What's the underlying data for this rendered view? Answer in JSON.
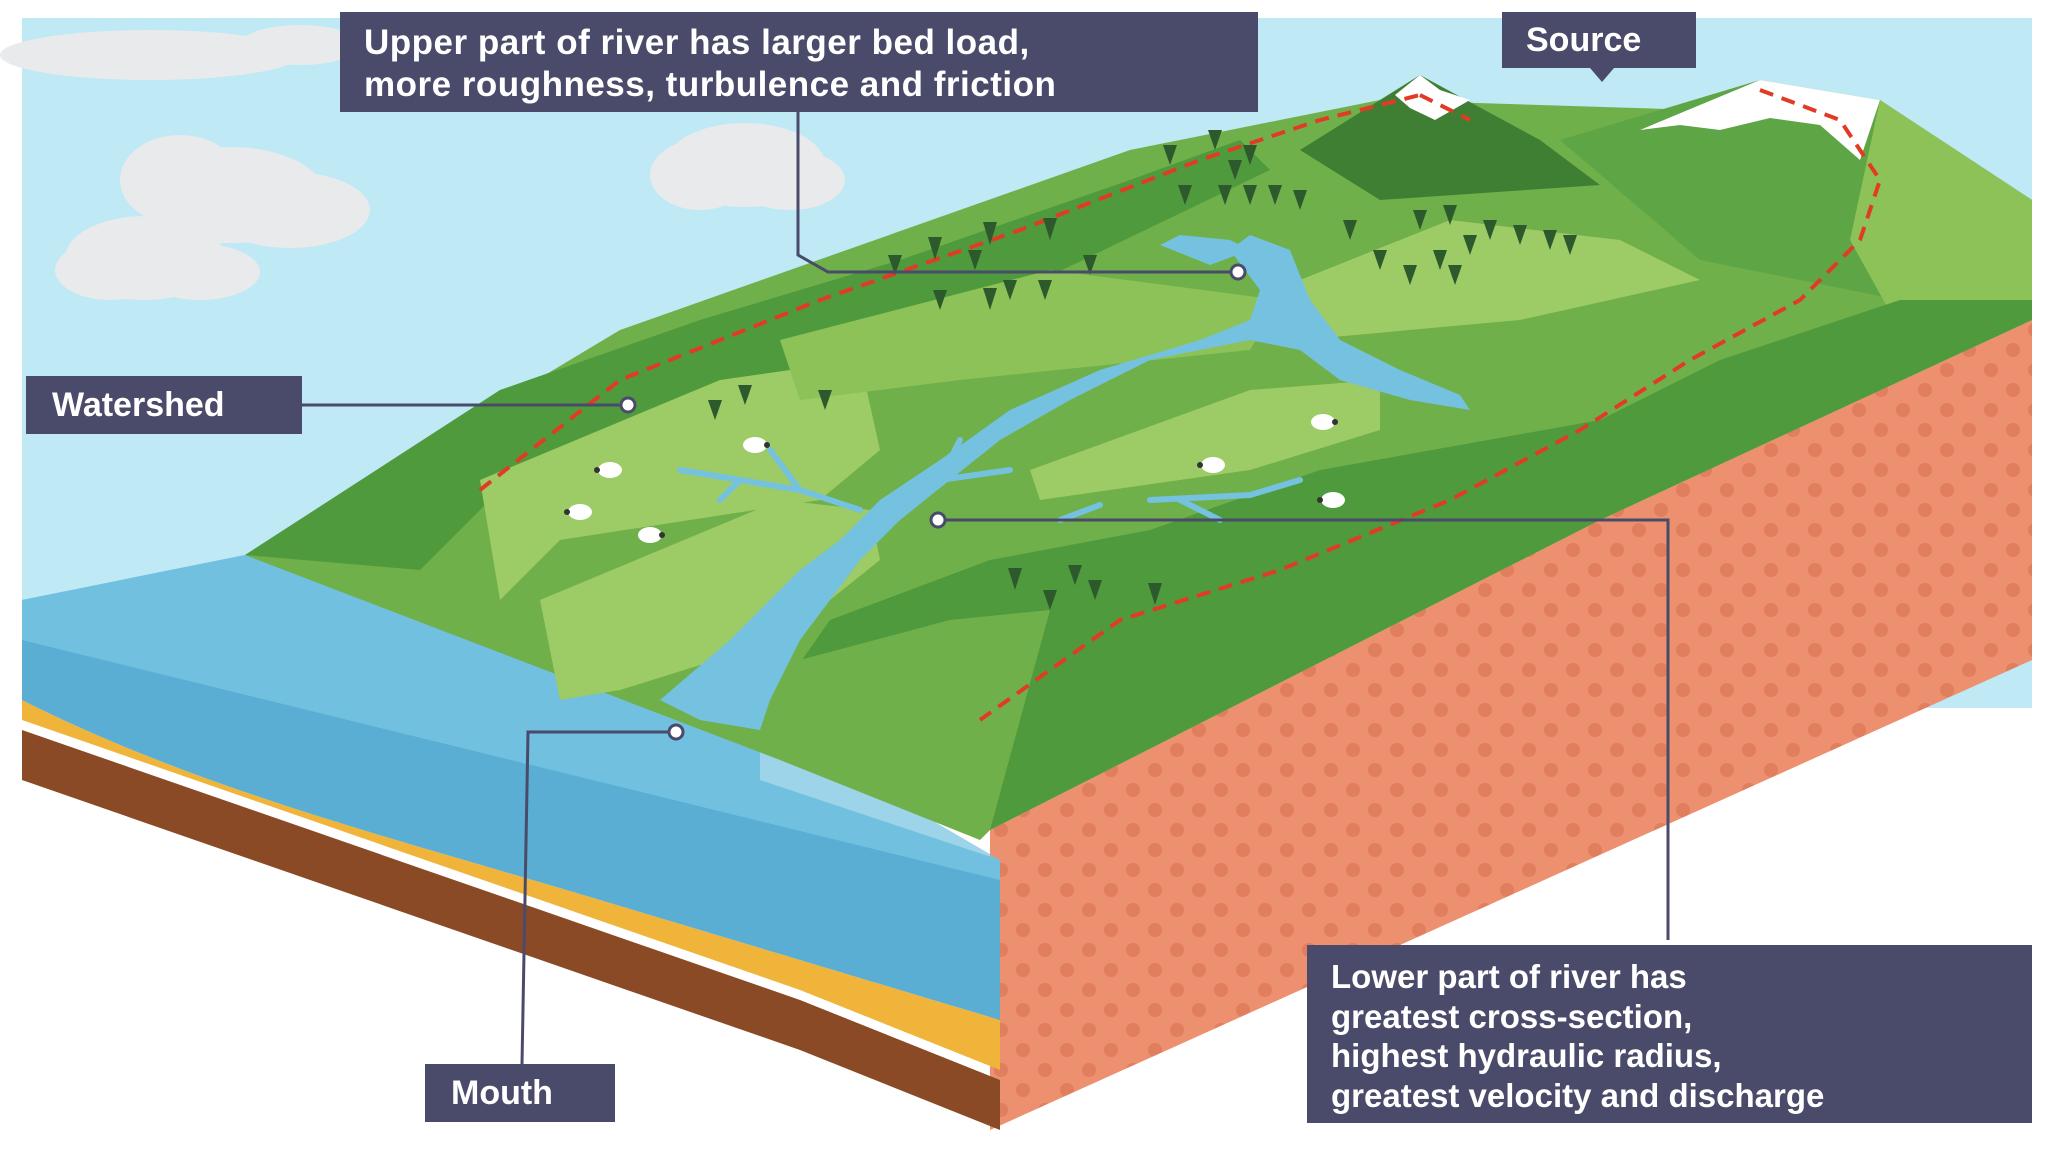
{
  "labels": {
    "upper_line1": "Upper part of river has larger bed load,",
    "upper_line2": "more roughness, turbulence and friction",
    "source": "Source",
    "watershed": "Watershed",
    "mouth": "Mouth",
    "lower_line1": "Lower part of river has",
    "lower_line2": "greatest cross-section,",
    "lower_line3": "highest hydraulic radius,",
    "lower_line4": "greatest velocity and discharge"
  },
  "colors": {
    "sky": "#bfe9f5",
    "cloud": "#e8eaec",
    "grass_dark": "#4f9a3c",
    "grass_mid": "#6fb04a",
    "grass_light": "#8cc257",
    "field": "#9dcb66",
    "water": "#74c2df",
    "sea": "#5bb2d6",
    "rock": "#ec9070",
    "sand": "#f0b43a",
    "soil": "#8a4a25",
    "snow": "#ffffff",
    "watershed_line": "#e23b25",
    "label_bg": "#4a4a6a",
    "leader": "#4a4a6a"
  }
}
